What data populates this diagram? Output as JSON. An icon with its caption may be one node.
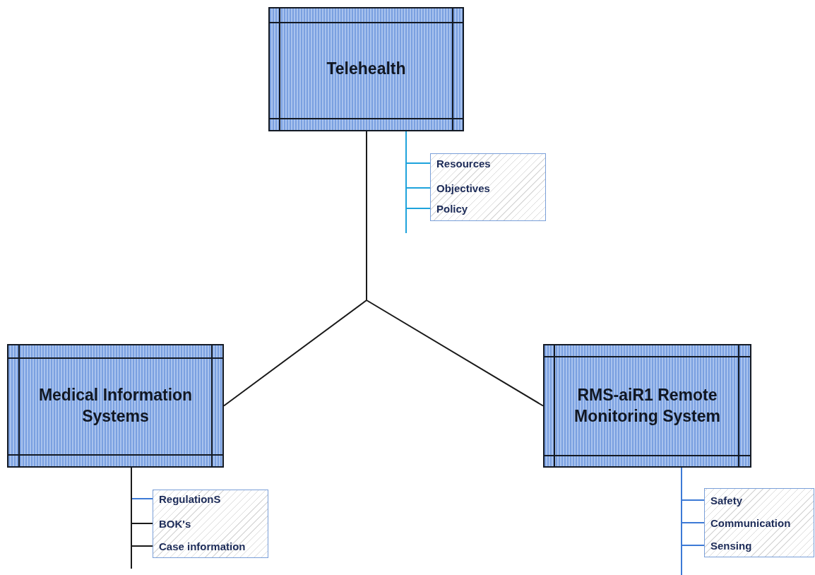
{
  "diagram": {
    "nodes": [
      {
        "text": [
          "Telehealth"
        ]
      },
      {
        "text": [],
        "shape": "box"
      },
      {
        "text": [
          "Resources"
        ],
        "in": 1
      },
      {
        "text": [
          "Objectives"
        ],
        "in": 1
      },
      {
        "text": [
          "Policy"
        ],
        "in": 1
      },
      {
        "text": [
          "Medical Information Systems"
        ]
      },
      {
        "text": [],
        "shape": "box"
      },
      {
        "text": [
          "RegulationS"
        ],
        "in": 6
      },
      {
        "text": [
          "BOK's"
        ],
        "in": 6
      },
      {
        "text": [
          "Case information"
        ],
        "in": 6
      },
      {
        "text": [
          "RMS-aiR1 Remote Monitoring System"
        ]
      },
      {
        "text": [],
        "shape": "box"
      },
      {
        "text": [
          "Safety"
        ],
        "in": 11
      },
      {
        "text": [
          "Communication"
        ],
        "in": 11
      },
      {
        "text": [
          "Sensing"
        ],
        "in": 11
      }
    ],
    "edges": [
      {
        "from": 0,
        "to": 5,
        "arrow": "none",
        "color": "#1a1a1a"
      },
      {
        "from": 0,
        "to": 10,
        "arrow": "none",
        "color": "#1a1a1a"
      },
      {
        "from": 0,
        "to": 2,
        "arrow": "none",
        "color": "#1ea3dc"
      },
      {
        "from": 0,
        "to": 3,
        "arrow": "none",
        "color": "#1ea3dc"
      },
      {
        "from": 0,
        "to": 4,
        "arrow": "none",
        "color": "#1ea3dc"
      },
      {
        "from": 5,
        "to": 7,
        "arrow": "none",
        "color": "#3d7ad6"
      },
      {
        "from": 5,
        "to": 8,
        "arrow": "none",
        "color": "#1a1a1a"
      },
      {
        "from": 5,
        "to": 9,
        "arrow": "none",
        "color": "#1a1a1a"
      },
      {
        "from": 10,
        "to": 12,
        "arrow": "none",
        "color": "#3d7ad6"
      },
      {
        "from": 10,
        "to": 13,
        "arrow": "none",
        "color": "#3d7ad6"
      },
      {
        "from": 10,
        "to": 14,
        "arrow": "none",
        "color": "#3d7ad6"
      }
    ]
  }
}
